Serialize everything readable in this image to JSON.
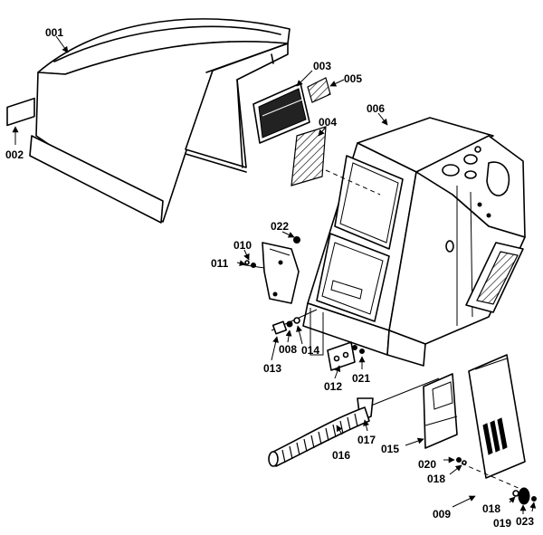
{
  "diagram": {
    "parts": [
      {
        "id": "001"
      },
      {
        "id": "002"
      },
      {
        "id": "003"
      },
      {
        "id": "004"
      },
      {
        "id": "005"
      },
      {
        "id": "006"
      },
      {
        "id": "008"
      },
      {
        "id": "009"
      },
      {
        "id": "010"
      },
      {
        "id": "011"
      },
      {
        "id": "012"
      },
      {
        "id": "013"
      },
      {
        "id": "014"
      },
      {
        "id": "015"
      },
      {
        "id": "016"
      },
      {
        "id": "017"
      },
      {
        "id": "018"
      },
      {
        "id": "018b",
        "label": "018"
      },
      {
        "id": "019"
      },
      {
        "id": "020"
      },
      {
        "id": "021"
      },
      {
        "id": "022"
      },
      {
        "id": "023"
      }
    ]
  },
  "labels": {
    "p001": "001",
    "p002": "002",
    "p003": "003",
    "p004": "004",
    "p005": "005",
    "p006": "006",
    "p008": "008",
    "p009": "009",
    "p010": "010",
    "p011": "011",
    "p012": "012",
    "p013": "013",
    "p014": "014",
    "p015": "015",
    "p016": "016",
    "p017": "017",
    "p018a": "018",
    "p018b": "018",
    "p019": "019",
    "p020": "020",
    "p021": "021",
    "p022": "022",
    "p023": "023"
  }
}
